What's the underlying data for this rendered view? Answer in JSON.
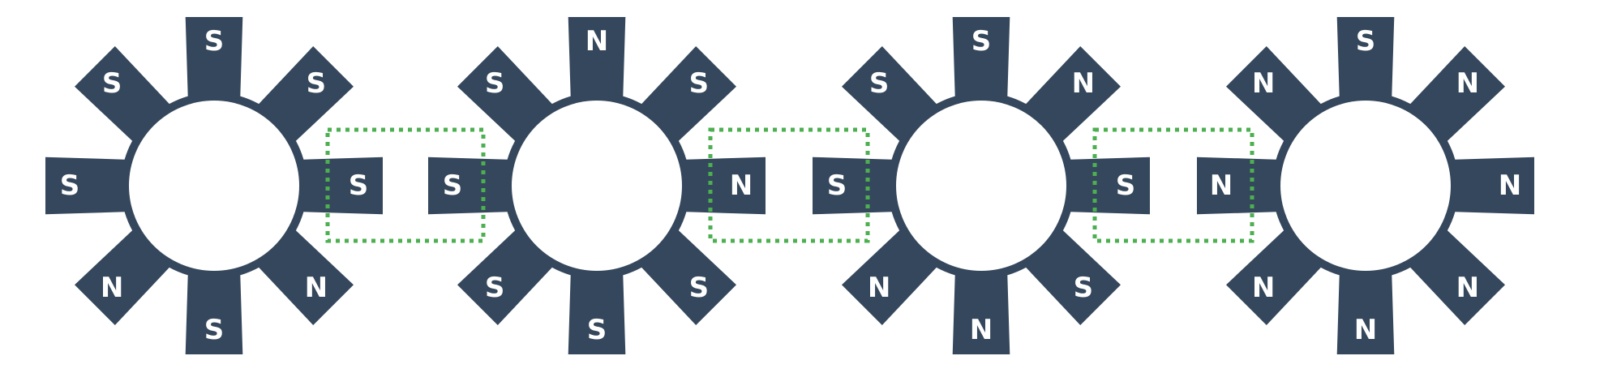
{
  "colors": {
    "gear": "#35475c",
    "hole": "#ffffff",
    "pole_text": "#ffffff",
    "highlight": "#4caf50"
  },
  "gears": [
    {
      "poles": [
        "S",
        "N",
        "S",
        "N",
        "S",
        "S",
        "S",
        "S"
      ]
    },
    {
      "poles": [
        "N",
        "S",
        "S",
        "S",
        "S",
        "S",
        "N",
        "S"
      ]
    },
    {
      "poles": [
        "S",
        "S",
        "N",
        "N",
        "S",
        "S",
        "S",
        "N"
      ]
    },
    {
      "poles": [
        "N",
        "N",
        "N",
        "N",
        "N",
        "N",
        "S",
        "N"
      ]
    }
  ]
}
